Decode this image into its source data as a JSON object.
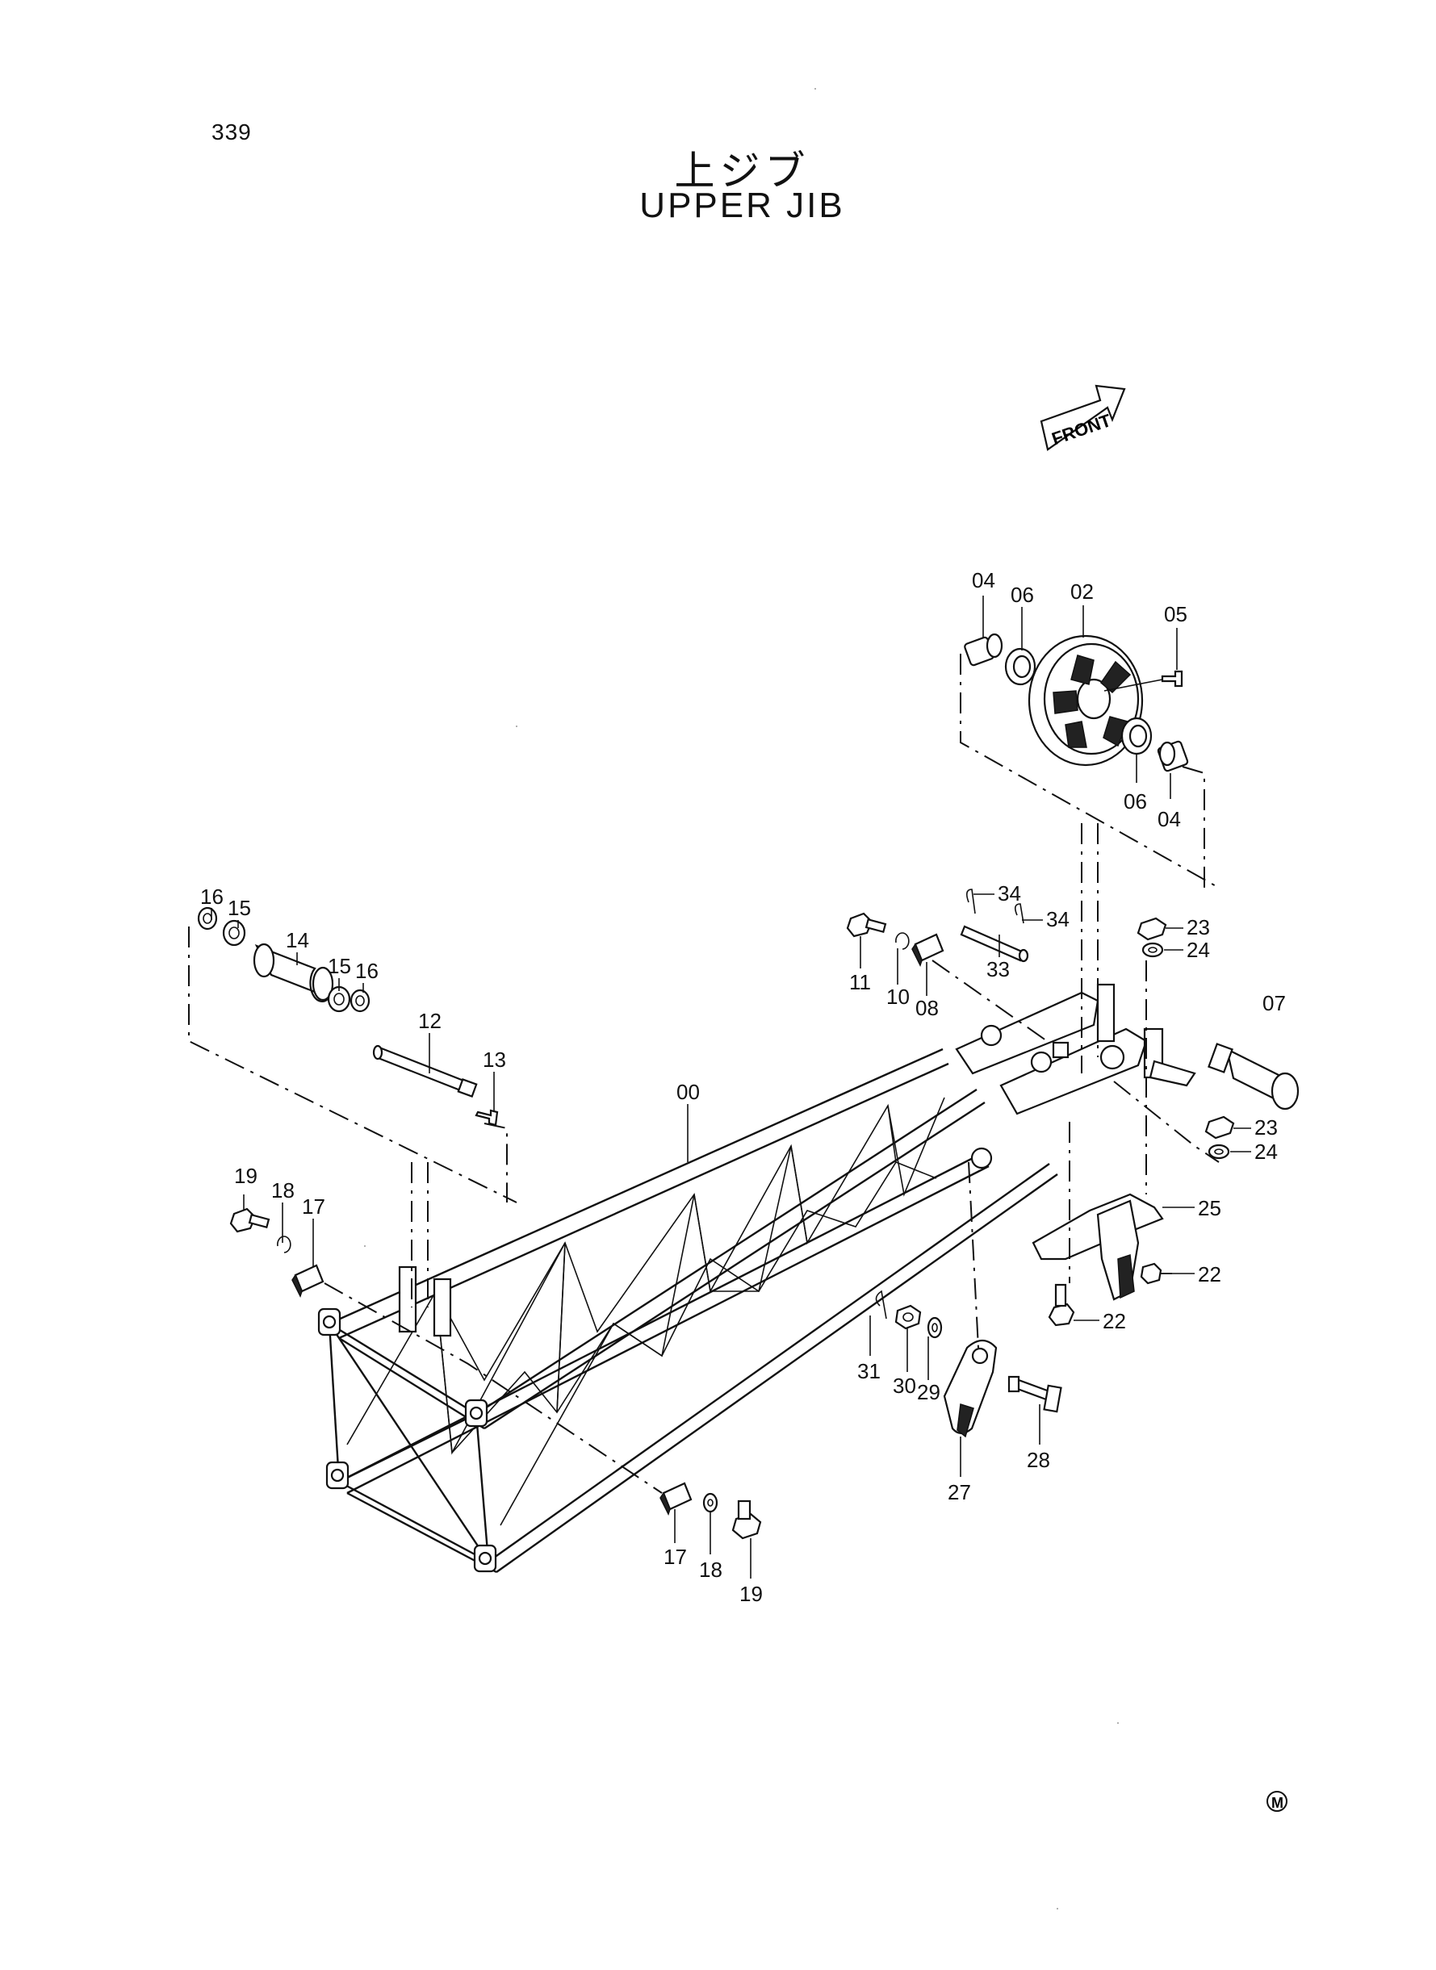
{
  "page_number": "339",
  "title_jp": "上ジブ",
  "title_en": "UPPER JIB",
  "front_label": "FRONT",
  "mark_symbol": "M",
  "part_labels": [
    {
      "id": "lbl-04a",
      "text": "04"
    },
    {
      "id": "lbl-06a",
      "text": "06"
    },
    {
      "id": "lbl-02",
      "text": "02"
    },
    {
      "id": "lbl-05",
      "text": "05"
    },
    {
      "id": "lbl-06b",
      "text": "06"
    },
    {
      "id": "lbl-04b",
      "text": "04"
    },
    {
      "id": "lbl-16a",
      "text": "16"
    },
    {
      "id": "lbl-15a",
      "text": "15"
    },
    {
      "id": "lbl-14",
      "text": "14"
    },
    {
      "id": "lbl-15b",
      "text": "15"
    },
    {
      "id": "lbl-16b",
      "text": "16"
    },
    {
      "id": "lbl-12",
      "text": "12"
    },
    {
      "id": "lbl-13",
      "text": "13"
    },
    {
      "id": "lbl-34a",
      "text": "34"
    },
    {
      "id": "lbl-34b",
      "text": "34"
    },
    {
      "id": "lbl-33",
      "text": "33"
    },
    {
      "id": "lbl-11",
      "text": "11"
    },
    {
      "id": "lbl-10",
      "text": "10"
    },
    {
      "id": "lbl-08",
      "text": "08"
    },
    {
      "id": "lbl-23a",
      "text": "23"
    },
    {
      "id": "lbl-24a",
      "text": "24"
    },
    {
      "id": "lbl-07",
      "text": "07"
    },
    {
      "id": "lbl-00",
      "text": "00"
    },
    {
      "id": "lbl-23b",
      "text": "23"
    },
    {
      "id": "lbl-24b",
      "text": "24"
    },
    {
      "id": "lbl-19a",
      "text": "19"
    },
    {
      "id": "lbl-18a",
      "text": "18"
    },
    {
      "id": "lbl-17a",
      "text": "17"
    },
    {
      "id": "lbl-25",
      "text": "25"
    },
    {
      "id": "lbl-22a",
      "text": "22"
    },
    {
      "id": "lbl-22b",
      "text": "22"
    },
    {
      "id": "lbl-31",
      "text": "31"
    },
    {
      "id": "lbl-30",
      "text": "30"
    },
    {
      "id": "lbl-29",
      "text": "29"
    },
    {
      "id": "lbl-28",
      "text": "28"
    },
    {
      "id": "lbl-27",
      "text": "27"
    },
    {
      "id": "lbl-17b",
      "text": "17"
    },
    {
      "id": "lbl-18b",
      "text": "18"
    },
    {
      "id": "lbl-19b",
      "text": "19"
    }
  ]
}
